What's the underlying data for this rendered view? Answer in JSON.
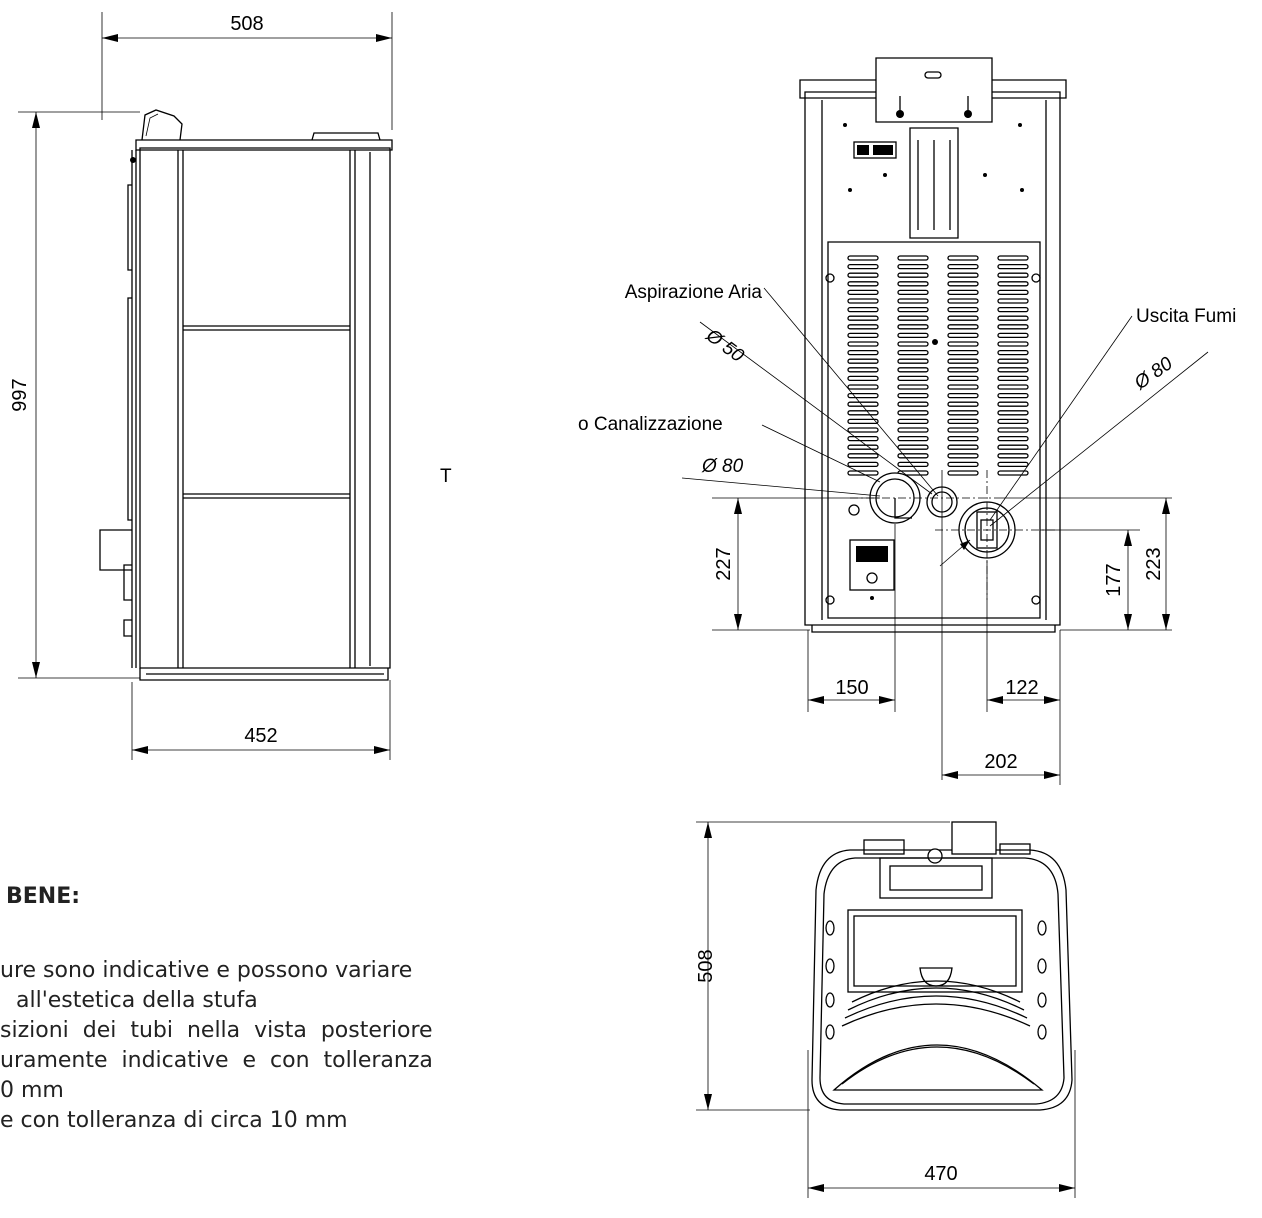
{
  "dimensions": {
    "side_top_width": "508",
    "side_height": "997",
    "side_bottom_width": "452",
    "rear_height_left": "227",
    "rear_height_mid": "177",
    "rear_height_right": "223",
    "rear_offset_left": "150",
    "rear_offset_right": "122",
    "rear_offset_center": "202",
    "top_depth": "508",
    "top_width": "470"
  },
  "labels": {
    "air_intake": "Aspirazione Aria",
    "air_intake_diameter": "Ø 50",
    "fumes_outlet": "Uscita Fumi",
    "fumes_outlet_diameter": "Ø 80",
    "ducting": "o Canalizzazione",
    "ducting_diameter": "Ø 80",
    "cut_label": "T"
  },
  "notes": {
    "title": "BENE:",
    "lines": [
      "ure sono indicative e possono variare",
      "all'estetica della stufa",
      "sizioni  dei  tubi  nella  vista  posteriore",
      "uramente  indicative  e  con  tolleranza",
      "0 mm",
      "e con tolleranza di circa 10 mm"
    ]
  }
}
